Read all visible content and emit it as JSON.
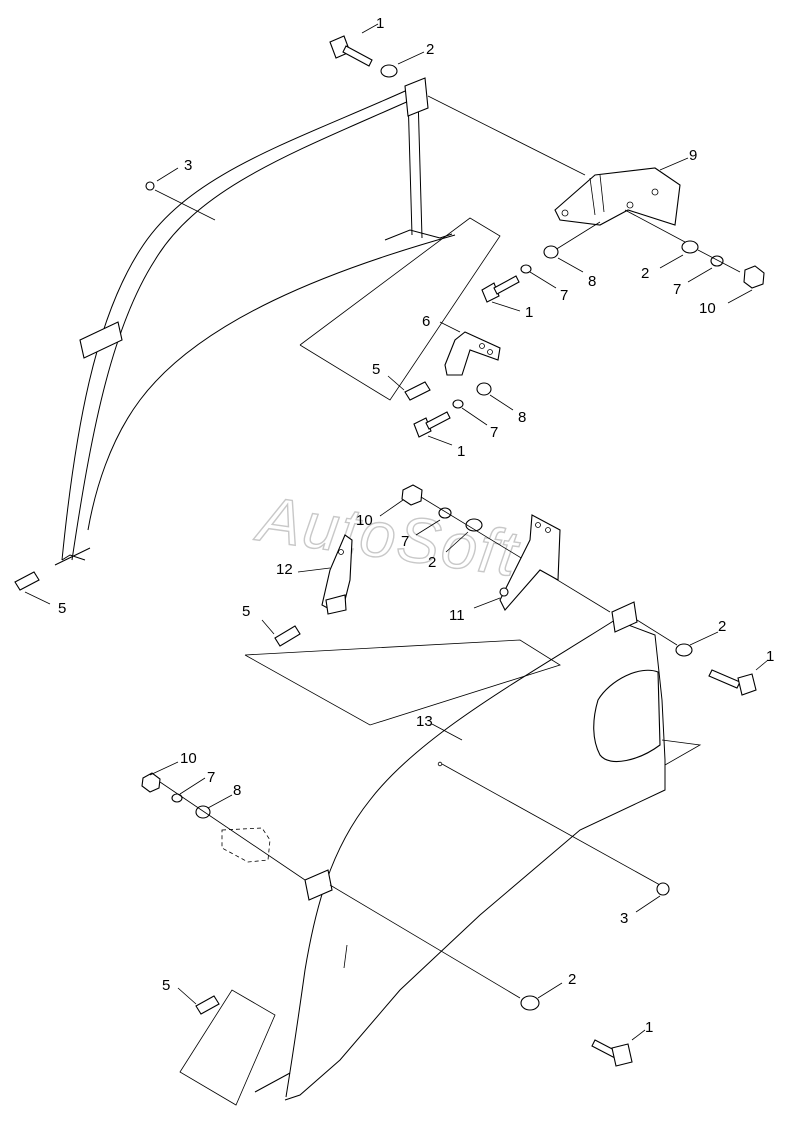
{
  "watermark": "AutoSoft",
  "callouts": [
    {
      "label": "1"
    },
    {
      "label": "2"
    },
    {
      "label": "3"
    },
    {
      "label": "9"
    },
    {
      "label": "8"
    },
    {
      "label": "2"
    },
    {
      "label": "7"
    },
    {
      "label": "10"
    },
    {
      "label": "7"
    },
    {
      "label": "1"
    },
    {
      "label": "6"
    },
    {
      "label": "5"
    },
    {
      "label": "8"
    },
    {
      "label": "7"
    },
    {
      "label": "1"
    },
    {
      "label": "5"
    },
    {
      "label": "10"
    },
    {
      "label": "7"
    },
    {
      "label": "2"
    },
    {
      "label": "12"
    },
    {
      "label": "5"
    },
    {
      "label": "11"
    },
    {
      "label": "2"
    },
    {
      "label": "1"
    },
    {
      "label": "13"
    },
    {
      "label": "10"
    },
    {
      "label": "7"
    },
    {
      "label": "8"
    },
    {
      "label": "3"
    },
    {
      "label": "2"
    },
    {
      "label": "5"
    },
    {
      "label": "1"
    }
  ]
}
